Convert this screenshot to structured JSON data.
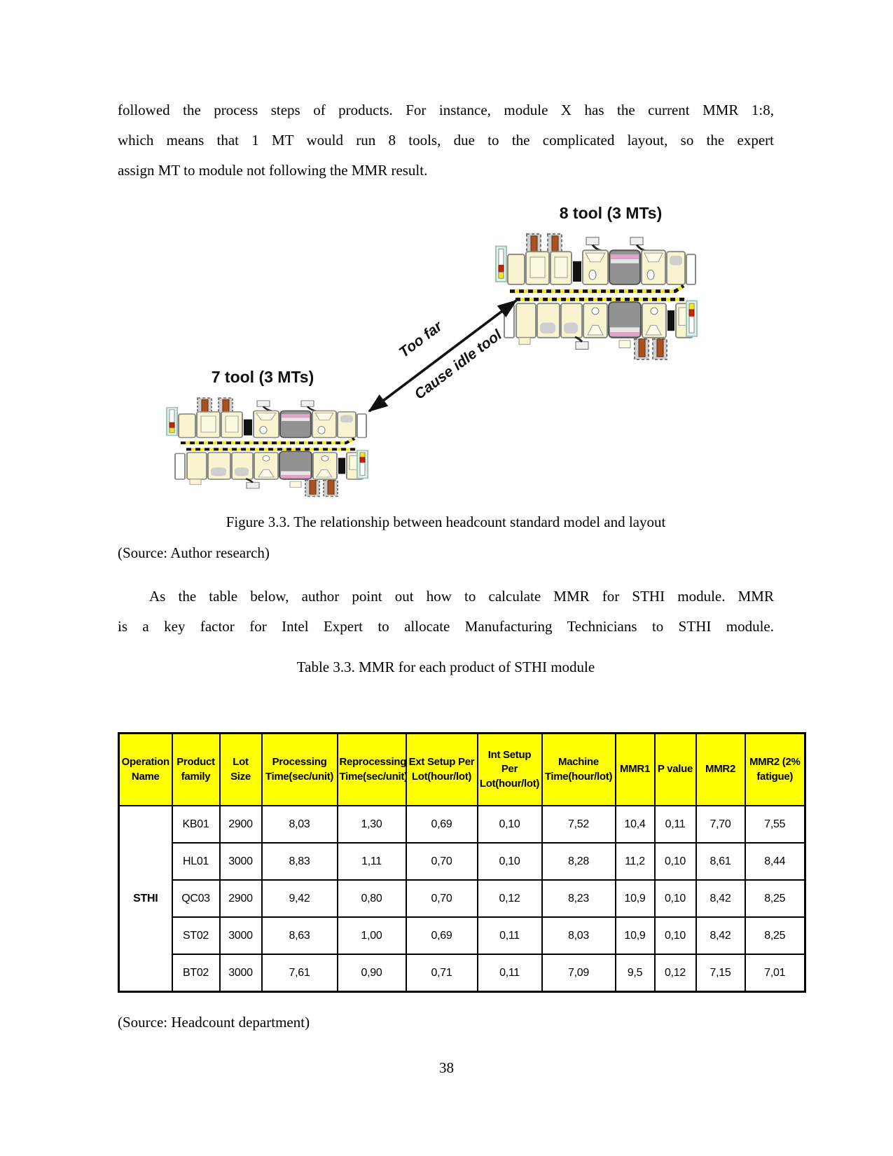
{
  "paragraph_top": {
    "line1": "followed the process steps of products. For instance, module X has the current MMR 1:8,",
    "line2": "which means that 1 MT would run 8 tools, due to the complicated layout, so the expert",
    "line3": "assign MT to module not following the MMR result."
  },
  "figure": {
    "cluster_top_label": "8 tool (3 MTs)",
    "cluster_bottom_label": "7 tool (3 MTs)",
    "arrow_label_upper": "Too far",
    "arrow_label_lower": "Cause idle tool",
    "caption": "Figure 3.3. The relationship between headcount standard model and layout",
    "source": "(Source: Author research)"
  },
  "paragraph_mid": {
    "line1": "As the table below, author point out how to calculate MMR for STHI module. MMR",
    "line2": "is a key factor for Intel Expert to allocate Manufacturing Technicians to STHI module."
  },
  "table": {
    "title": "Table 3.3. MMR for each product of STHI module",
    "headers": [
      "Operation Name",
      "Product family",
      "Lot Size",
      "Processing Time(sec/unit)",
      "Reprocessing Time(sec/unit)",
      "Ext Setup Per Lot(hour/lot)",
      "Int Setup Per Lot(hour/lot)",
      "Machine Time(hour/lot)",
      "MMR1",
      "P value",
      "MMR2",
      "MMR2 (2% fatigue)"
    ],
    "operation_name": "STHI",
    "rows": [
      [
        "KB01",
        "2900",
        "8,03",
        "1,30",
        "0,69",
        "0,10",
        "7,52",
        "10,4",
        "0,11",
        "7,70",
        "7,55"
      ],
      [
        "HL01",
        "3000",
        "8,83",
        "1,11",
        "0,70",
        "0,10",
        "8,28",
        "11,2",
        "0,10",
        "8,61",
        "8,44"
      ],
      [
        "QC03",
        "2900",
        "9,42",
        "0,80",
        "0,70",
        "0,12",
        "8,23",
        "10,9",
        "0,10",
        "8,42",
        "8,25"
      ],
      [
        "ST02",
        "3000",
        "8,63",
        "1,00",
        "0,69",
        "0,11",
        "8,03",
        "10,9",
        "0,10",
        "8,42",
        "8,25"
      ],
      [
        "BT02",
        "3000",
        "7,61",
        "0,90",
        "0,71",
        "0,11",
        "7,09",
        "9,5",
        "0,12",
        "7,15",
        "7,01"
      ]
    ],
    "source": "(Source: Headcount department)"
  },
  "page_number": "38",
  "colors": {
    "table_header_bg": "#FFFF00",
    "machine_body": "#F7F4CF",
    "machine_gray": "#929292",
    "machine_pink": "#E2A3C7",
    "machine_brown": "#A9521F",
    "dash_yellow": "#FFE60A",
    "cap_cyan": "#DDF2EA",
    "cap_red": "#CC2200"
  }
}
